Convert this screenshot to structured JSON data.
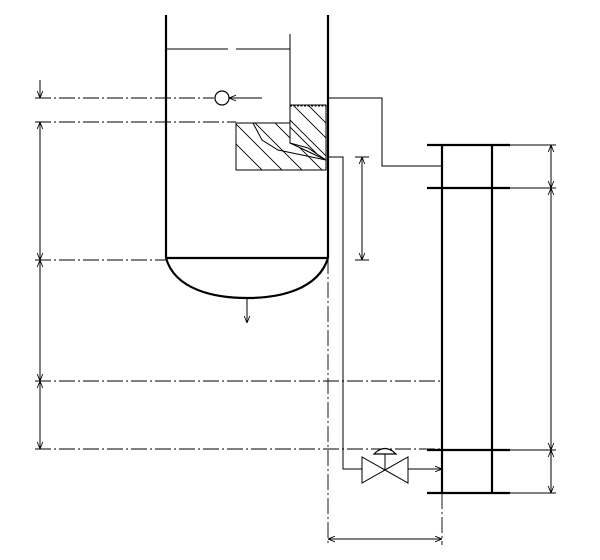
{
  "diagram": {
    "line_color": "#000000",
    "background": "#ffffff",
    "components": [
      "vessel",
      "float",
      "weir",
      "downcomer",
      "dished-bottom",
      "outlet-arrow",
      "transfer-pipe",
      "control-valve",
      "external-column"
    ]
  }
}
